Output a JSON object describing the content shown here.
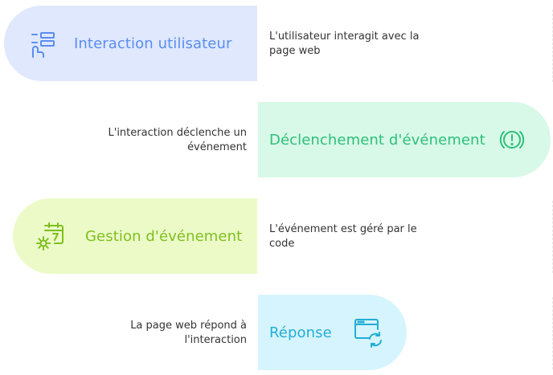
{
  "steps": [
    {
      "title": "Interaction utilisateur",
      "desc_line1": "L'utilisateur interagit avec la",
      "desc_line2": "page web",
      "color": "#5b8def",
      "bg": "#dfe8fd",
      "icon": "user-interaction-icon"
    },
    {
      "title": "Déclenchement d'événement",
      "desc_line1": "L'interaction déclenche un",
      "desc_line2": "événement",
      "color": "#2fc07a",
      "bg": "#d8f8e8",
      "icon": "alert-circle-icon"
    },
    {
      "title": "Gestion d'événement",
      "desc_line1": "L'événement est géré par le",
      "desc_line2": "code",
      "color": "#7fbf1f",
      "bg": "#ecfac8",
      "icon": "calendar-gear-icon"
    },
    {
      "title": "Réponse",
      "desc_line1": "La page web répond à",
      "desc_line2": "l'interaction",
      "color": "#22aed6",
      "bg": "#d6f4fd",
      "icon": "browser-refresh-icon"
    }
  ]
}
